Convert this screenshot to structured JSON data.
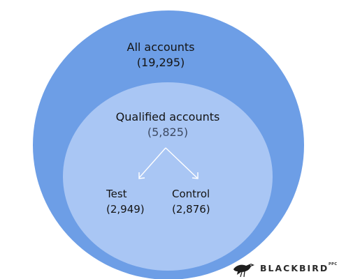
{
  "diagram": {
    "outer": {
      "title": "All accounts",
      "count": "(19,295)"
    },
    "inner": {
      "title": "Qualified accounts",
      "count": "(5,825)"
    },
    "split": [
      {
        "title": "Test",
        "count": "(2,949)"
      },
      {
        "title": "Control",
        "count": "(2,876)"
      }
    ]
  },
  "colors": {
    "outer_fill": "#6d9ee6",
    "inner_fill": "#a9c6f4",
    "arrow": "#ffffff"
  },
  "logo": {
    "name": "BLACKBIRD",
    "suffix": "PPC",
    "icon": "blackbird-icon"
  }
}
